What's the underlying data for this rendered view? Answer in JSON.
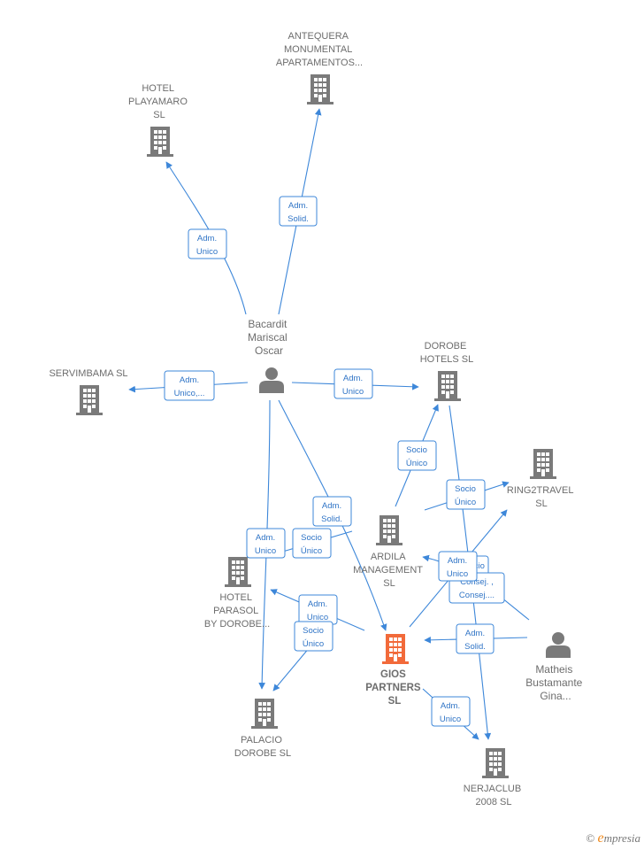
{
  "colors": {
    "edge": "#3d87d9",
    "company": "#7a7a7a",
    "company_main": "#f26a3a",
    "person": "#7a7a7a"
  },
  "nodes": [
    {
      "id": "antequera",
      "kind": "company",
      "lines": [
        "ANTEQUERA",
        "MONUMENTAL",
        "APARTAMENTOS..."
      ]
    },
    {
      "id": "playamaro",
      "kind": "company",
      "lines": [
        "HOTEL",
        "PLAYAMARO",
        "SL"
      ]
    },
    {
      "id": "servimbama",
      "kind": "company",
      "lines": [
        "SERVIMBAMA SL"
      ]
    },
    {
      "id": "bacardit",
      "kind": "person",
      "lines": [
        "Bacardit",
        "Mariscal",
        "Oscar"
      ]
    },
    {
      "id": "dorobe_hotels",
      "kind": "company",
      "lines": [
        "DOROBE",
        "HOTELS  SL"
      ]
    },
    {
      "id": "ring2travel",
      "kind": "company",
      "lines": [
        "RING2TRAVEL",
        "SL"
      ]
    },
    {
      "id": "ardila",
      "kind": "company",
      "lines": [
        "ARDILA",
        "MANAGEMENT",
        "SL"
      ]
    },
    {
      "id": "parasol",
      "kind": "company",
      "lines": [
        "HOTEL",
        "PARASOL",
        "BY DOROBE..."
      ]
    },
    {
      "id": "gios",
      "kind": "company_main",
      "lines": [
        "GIOS",
        "PARTNERS",
        "SL"
      ]
    },
    {
      "id": "matheis",
      "kind": "person",
      "lines": [
        "Matheis",
        "Bustamante",
        "Gina..."
      ]
    },
    {
      "id": "palacio",
      "kind": "company",
      "lines": [
        "PALACIO",
        "DOROBE  SL"
      ]
    },
    {
      "id": "nerjaclub",
      "kind": "company",
      "lines": [
        "NERJACLUB",
        "2008 SL"
      ]
    }
  ],
  "relations": [
    {
      "id": "r1",
      "lines": [
        "Adm.",
        "Solid."
      ]
    },
    {
      "id": "r2",
      "lines": [
        "Adm.",
        "Unico"
      ]
    },
    {
      "id": "r3",
      "lines": [
        "Adm.",
        "Unico,..."
      ]
    },
    {
      "id": "r4",
      "lines": [
        "Adm.",
        "Unico"
      ]
    },
    {
      "id": "r5",
      "lines": [
        "Socio",
        "Único"
      ]
    },
    {
      "id": "r6",
      "lines": [
        "Socio",
        "Único"
      ]
    },
    {
      "id": "r7",
      "lines": [
        "Adm.",
        "Solid."
      ]
    },
    {
      "id": "r8",
      "lines": [
        "Adm.",
        "Unico"
      ]
    },
    {
      "id": "r9",
      "lines": [
        "Socio",
        "Único"
      ]
    },
    {
      "id": "r10",
      "lines": [
        "Socio",
        "Único"
      ]
    },
    {
      "id": "r11",
      "lines": [
        "Consej. ,",
        "Consej...."
      ]
    },
    {
      "id": "r12",
      "lines": [
        "Adm.",
        "Unico"
      ]
    },
    {
      "id": "r13",
      "lines": [
        "Adm.",
        "Unico"
      ]
    },
    {
      "id": "r14",
      "lines": [
        "Socio",
        "Único"
      ]
    },
    {
      "id": "r15",
      "lines": [
        "Adm.",
        "Solid."
      ]
    },
    {
      "id": "r16",
      "lines": [
        "Adm.",
        "Unico"
      ]
    }
  ],
  "footer": {
    "copyright": "©",
    "brand_initial": "e",
    "brand_rest": "mpresia"
  }
}
